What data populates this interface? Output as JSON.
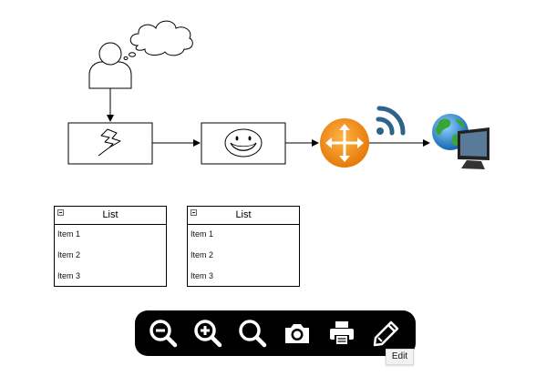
{
  "diagram": {
    "lists": [
      {
        "title": "List",
        "items": [
          "Item 1",
          "Item 2",
          "Item 3"
        ]
      },
      {
        "title": "List",
        "items": [
          "Item 1",
          "Item 2",
          "Item 3"
        ]
      }
    ]
  },
  "toolbar": {
    "buttons": [
      {
        "icon": "zoom-out-icon"
      },
      {
        "icon": "zoom-in-icon"
      },
      {
        "icon": "zoom-fit-icon"
      },
      {
        "icon": "camera-icon"
      },
      {
        "icon": "print-icon"
      },
      {
        "icon": "pencil-icon"
      }
    ],
    "tooltip": "Edit"
  },
  "colors": {
    "router": "#f7941d",
    "wifi": "#2f6489",
    "toolbar_bg": "#000000",
    "toolbar_icon": "#ffffff"
  }
}
